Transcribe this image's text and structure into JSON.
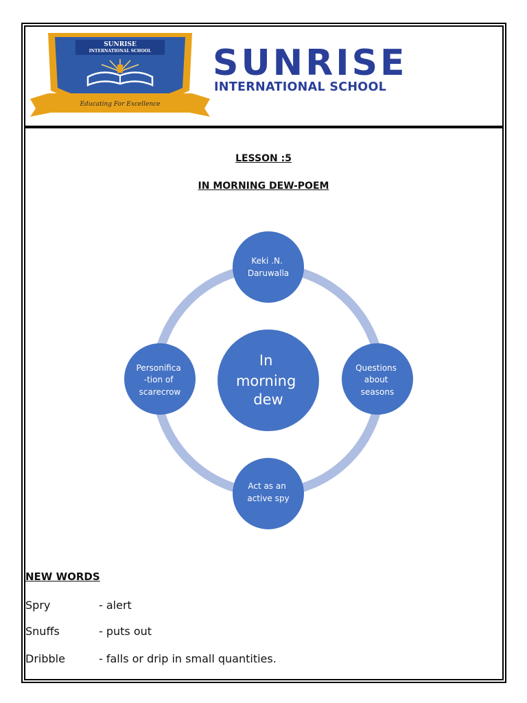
{
  "header": {
    "crest_title": "SUNRISE",
    "crest_subtitle": "INTERNATIONAL SCHOOL",
    "crest_motto": "Educating For Excellence",
    "title": "SUNRISE",
    "subtitle": "INTERNATIONAL SCHOOL",
    "colors": {
      "brand_blue": "#2a3f99",
      "gold": "#e8a21a",
      "crest_blue": "#2f5aa8"
    }
  },
  "lesson": {
    "number": "LESSON :5",
    "title": "IN MORNING DEW-POEM"
  },
  "diagram": {
    "center": [
      "In",
      "morning",
      "dew"
    ],
    "nodes": [
      {
        "id": "top",
        "lines": [
          "Keki .N.",
          "Daruwalla"
        ]
      },
      {
        "id": "right",
        "lines": [
          "Questions",
          "about",
          "seasons"
        ]
      },
      {
        "id": "bottom",
        "lines": [
          "Act as an",
          "active spy"
        ]
      },
      {
        "id": "left",
        "lines": [
          "Personifica",
          "-tion of",
          "scarecrow"
        ]
      }
    ],
    "colors": {
      "node_fill": "#4472c4",
      "ring": "#aebde2"
    }
  },
  "new_words": {
    "heading": "NEW WORDS",
    "items": [
      {
        "term": "Spry",
        "definition": "- alert"
      },
      {
        "term": "Snuffs",
        "definition": "- puts out"
      },
      {
        "term": "Dribble",
        "definition": "- falls or drip in small quantities."
      }
    ]
  }
}
